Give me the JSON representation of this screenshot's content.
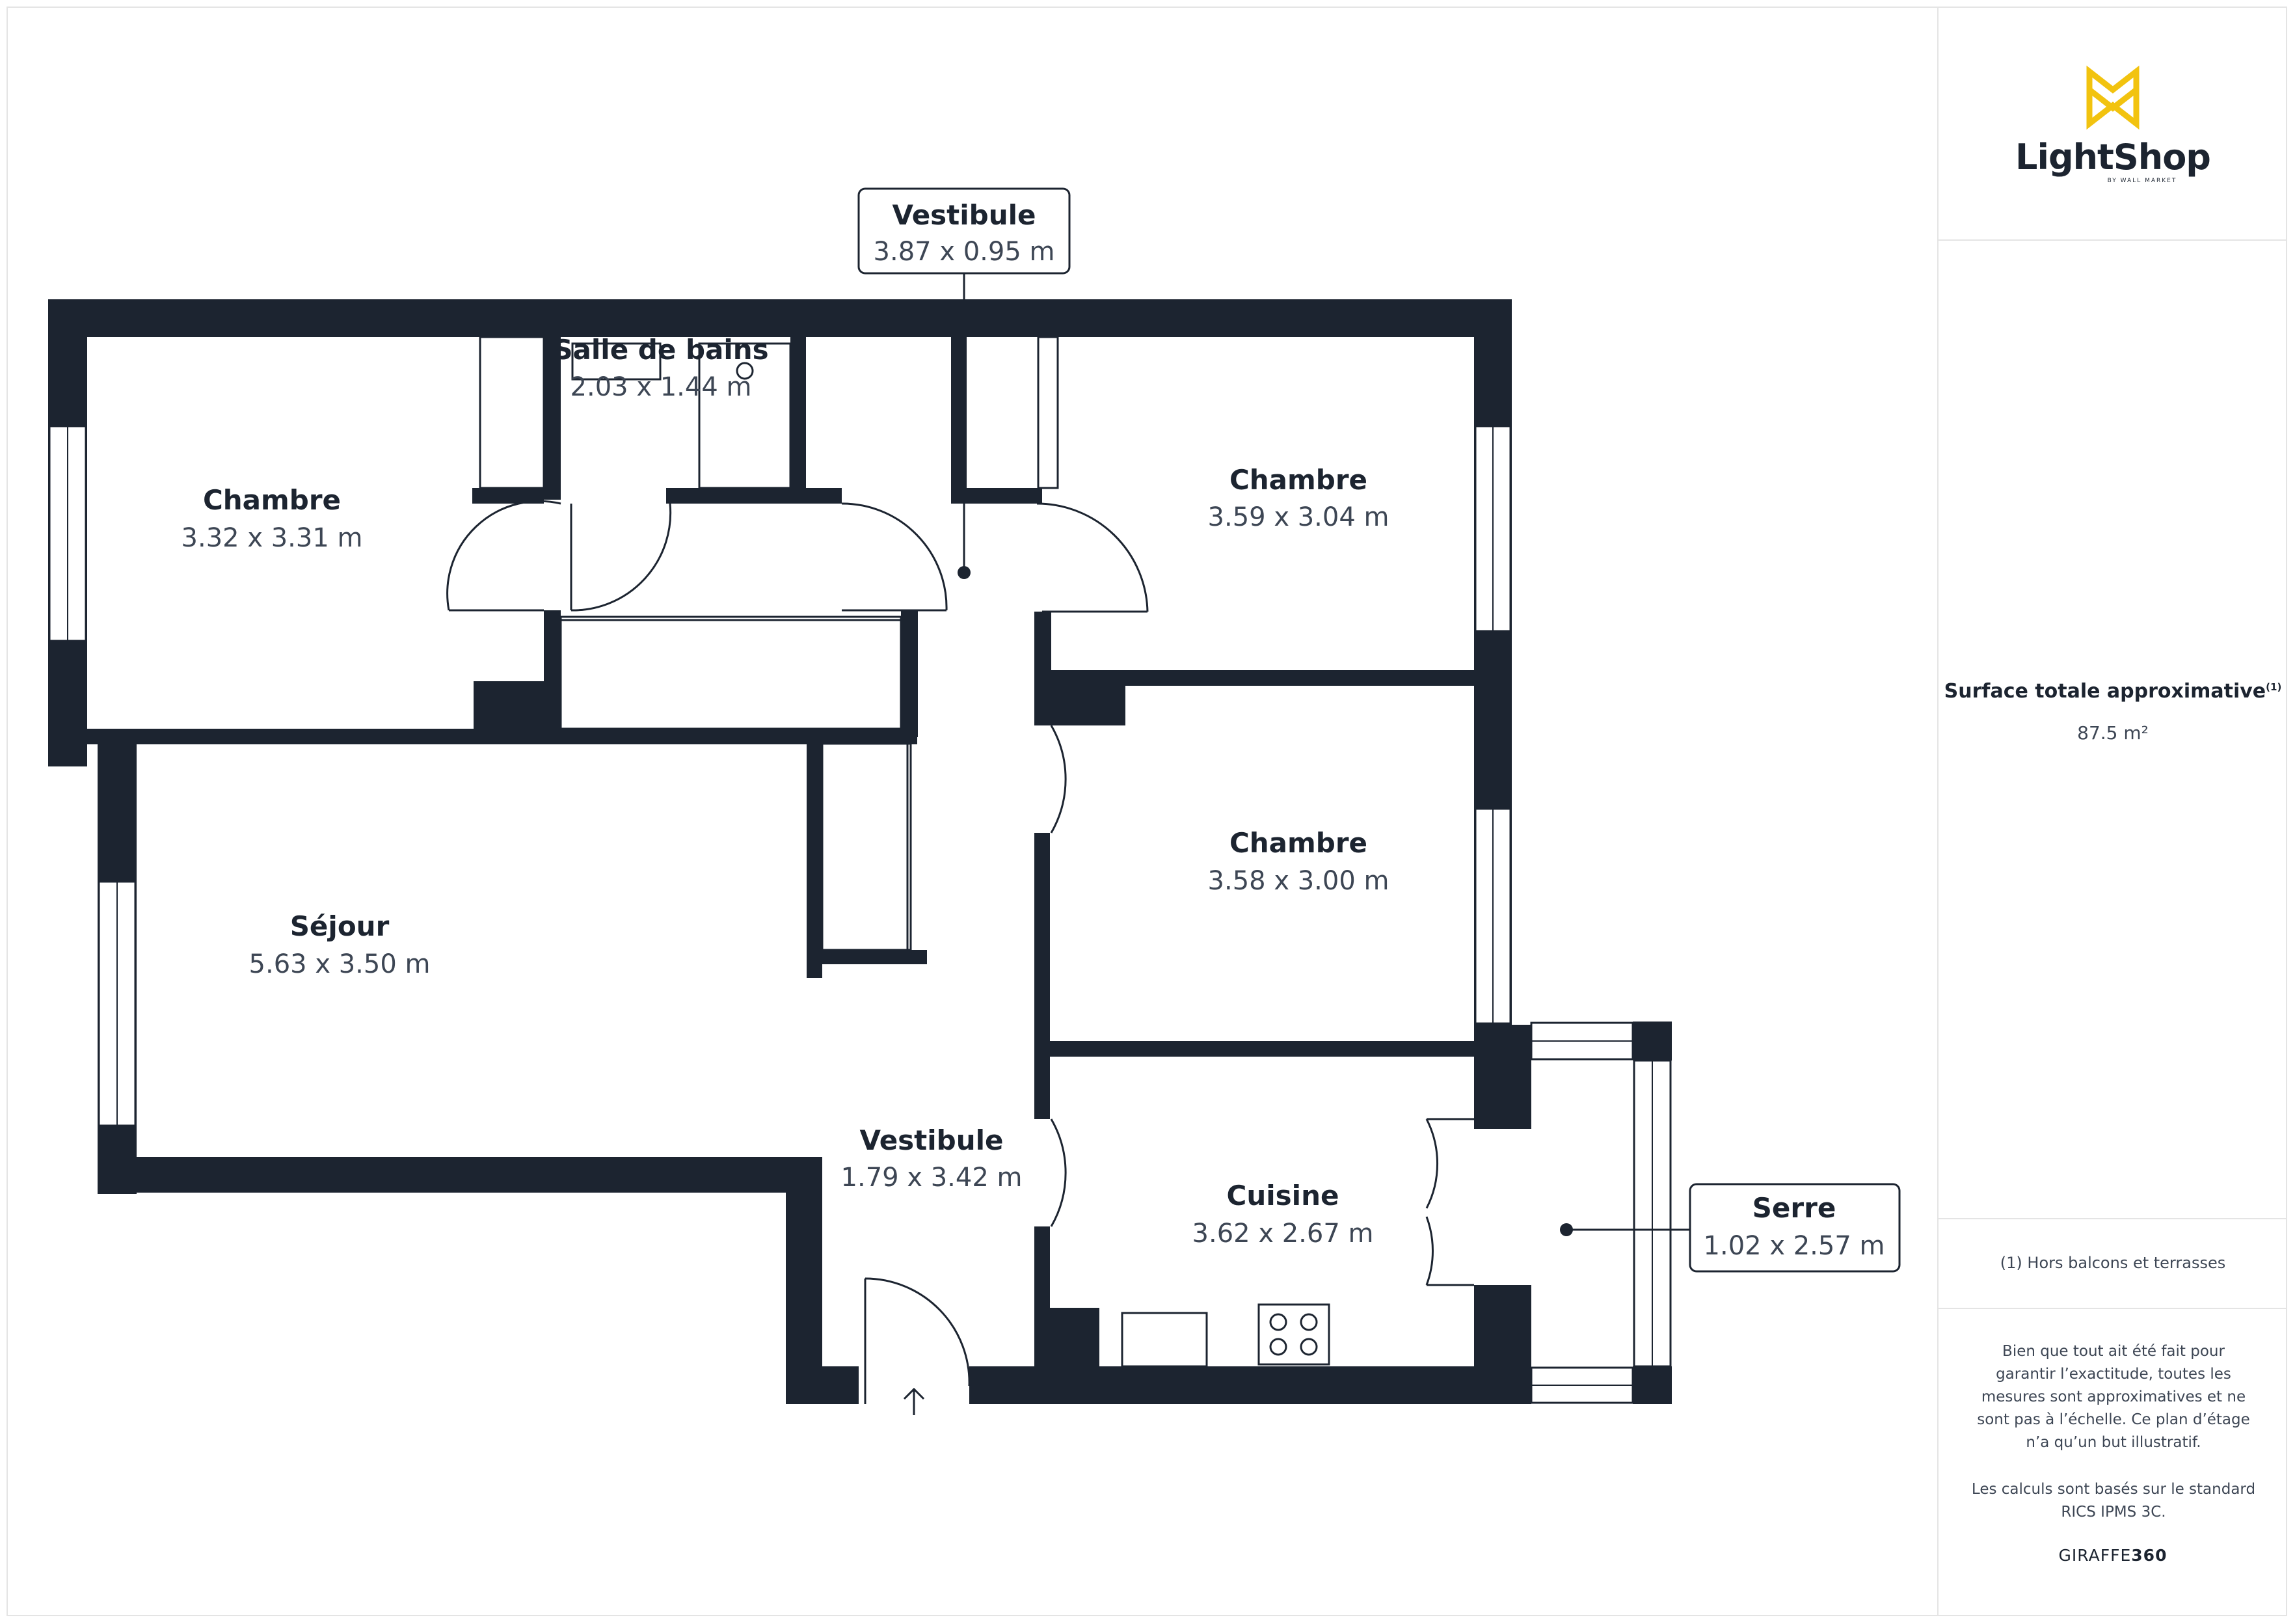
{
  "brand": {
    "name": "LightShop",
    "tagline": "BY WALL MARKET",
    "accent_color": "#f2c30f",
    "wall_color": "#1c2430"
  },
  "rooms": [
    {
      "id": "chambre-1",
      "name": "Chambre",
      "dims": "3.32 x 3.31 m"
    },
    {
      "id": "salle-de-bains",
      "name": "Salle de bains",
      "dims": "2.03 x 1.44 m"
    },
    {
      "id": "vestibule-top",
      "name": "Vestibule",
      "dims": "3.87 x 0.95 m"
    },
    {
      "id": "chambre-2",
      "name": "Chambre",
      "dims": "3.59 x 3.04 m"
    },
    {
      "id": "chambre-3",
      "name": "Chambre",
      "dims": "3.58 x 3.00 m"
    },
    {
      "id": "sejour",
      "name": "Séjour",
      "dims": "5.63 x 3.50 m"
    },
    {
      "id": "vestibule-bottom",
      "name": "Vestibule",
      "dims": "1.79 x 3.42 m"
    },
    {
      "id": "cuisine",
      "name": "Cuisine",
      "dims": "3.62 x 2.67 m"
    },
    {
      "id": "serre",
      "name": "Serre",
      "dims": "1.02 x 2.57 m"
    }
  ],
  "summary": {
    "total_label": "Surface totale approximative",
    "total_label_note": "(1)",
    "total_value": "87.5 m²",
    "note": "(1) Hors balcons et terrasses",
    "disclaimer": "Bien que tout ait été fait pour garantir l’exactitude, toutes les mesures sont approximatives et ne sont pas à l’échelle. Ce plan d’étage n’a qu’un but illustratif.",
    "standard": "Les calculs sont basés sur le standard RICS IPMS 3C.",
    "provider_prefix": "GIRAFFE",
    "provider_suffix": "360"
  }
}
